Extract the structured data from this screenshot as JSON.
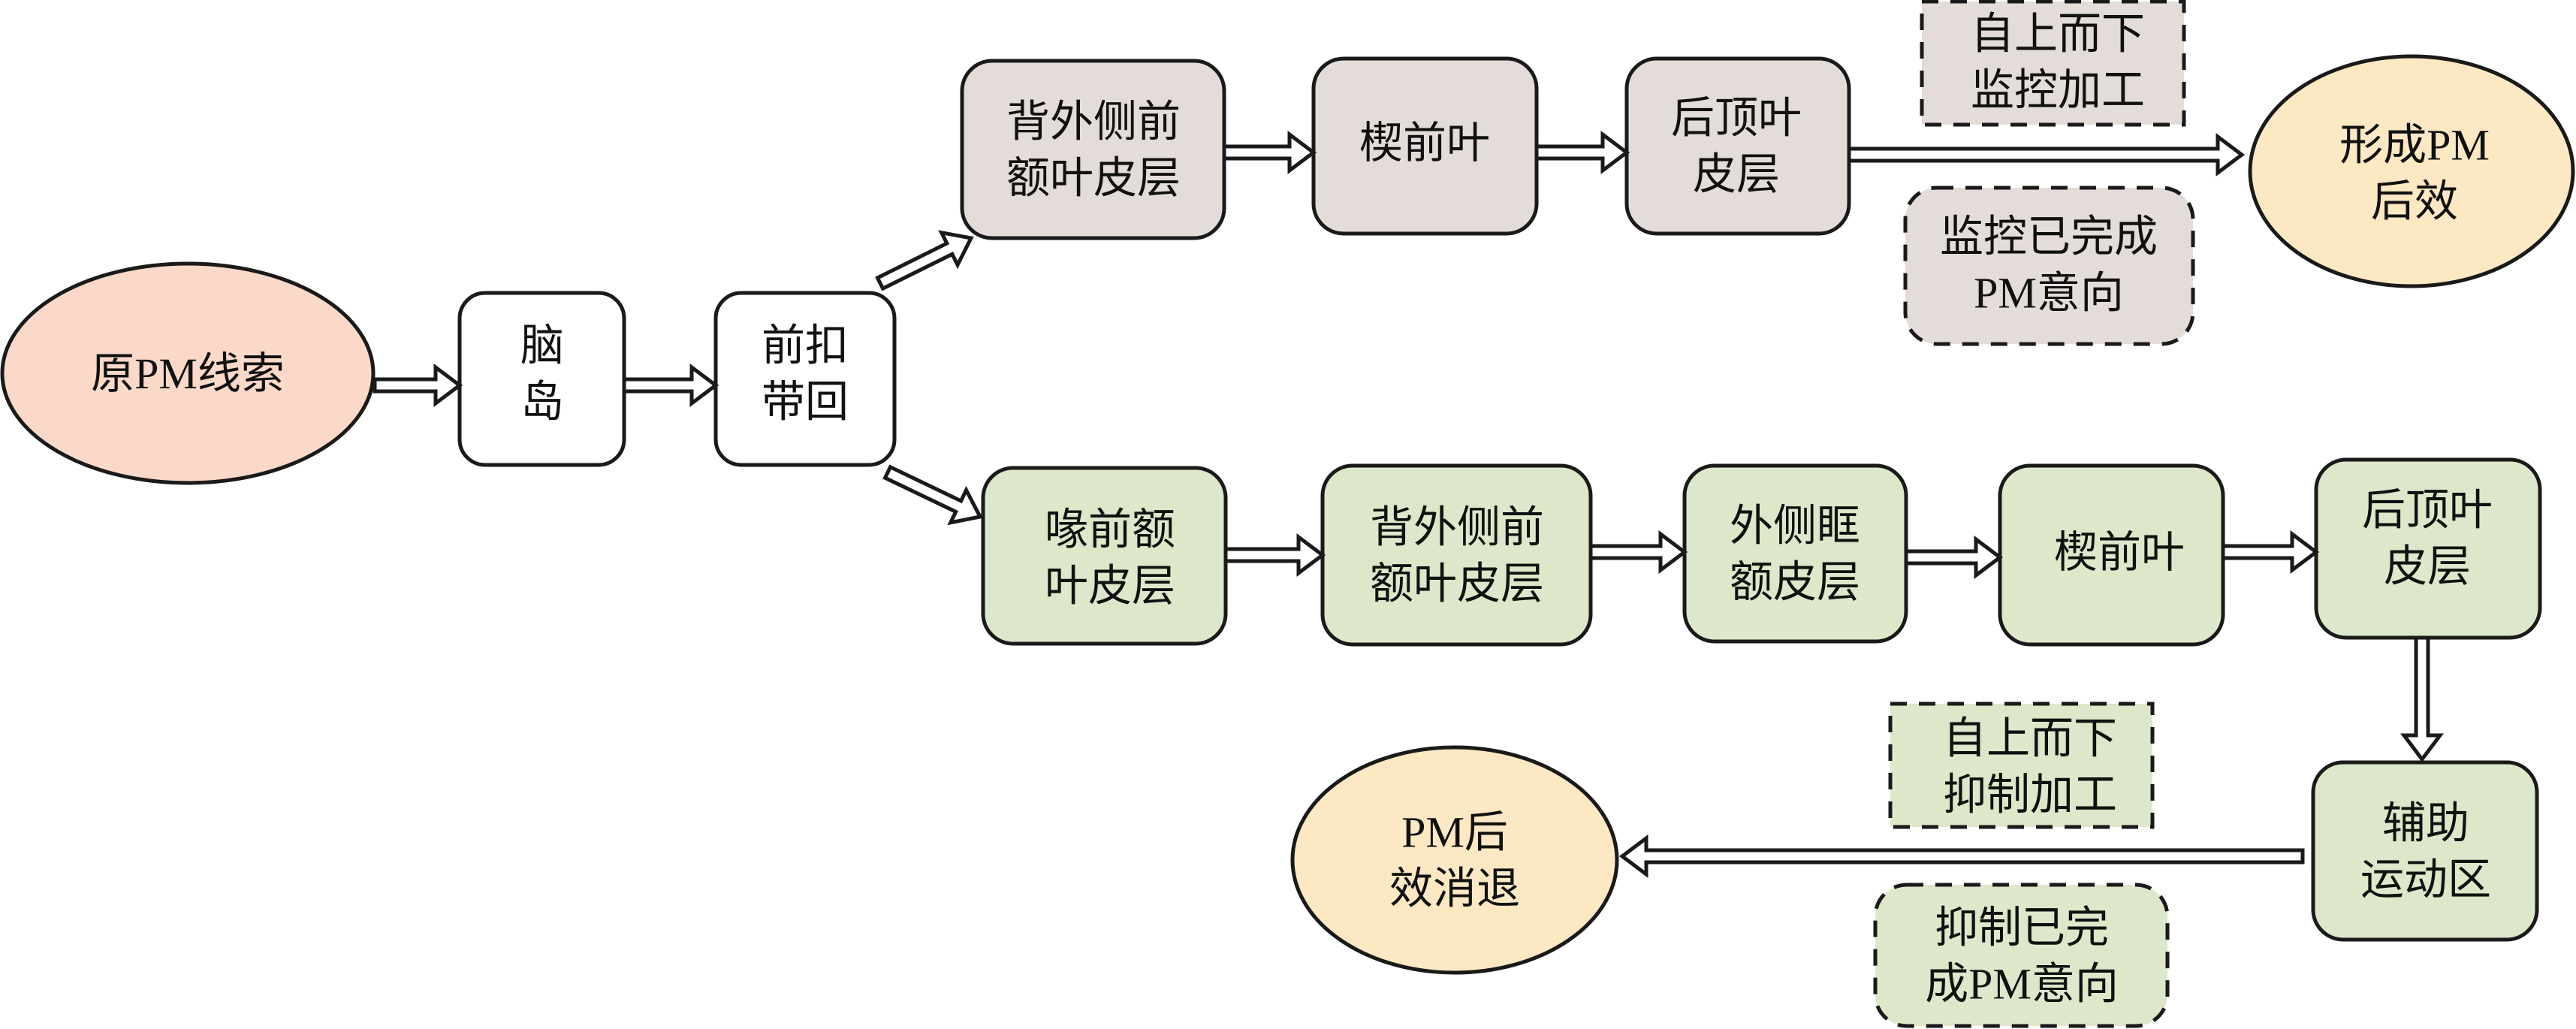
{
  "colors": {
    "cue": "#FAD9C8",
    "neutral": "#FFFFFF",
    "monitor": "#E4DCD9",
    "inhibit": "#DDE8CA",
    "outcome": "#FCE9C3",
    "stroke": "#1A1A1A"
  },
  "nodes": {
    "cue": {
      "lines": [
        "原PM线索"
      ]
    },
    "insula": {
      "lines": [
        "脑",
        "岛"
      ]
    },
    "acc": {
      "lines": [
        "前扣",
        "带回"
      ]
    },
    "top_dlpfc": {
      "lines": [
        "背外侧前",
        "额叶皮层"
      ]
    },
    "top_precuneus": {
      "lines": [
        "楔前叶"
      ]
    },
    "top_ppc": {
      "lines": [
        "后顶叶",
        "皮层"
      ]
    },
    "top_process": {
      "lines": [
        "自上而下",
        "监控加工"
      ]
    },
    "top_state": {
      "lines": [
        "监控已完成",
        "PM意向"
      ]
    },
    "top_outcome": {
      "lines": [
        "形成PM",
        "后效"
      ]
    },
    "bot_rpfc": {
      "lines": [
        "喙前额",
        "叶皮层"
      ]
    },
    "bot_dlpfc": {
      "lines": [
        "背外侧前",
        "额叶皮层"
      ]
    },
    "bot_lofc": {
      "lines": [
        "外侧眶",
        "额皮层"
      ]
    },
    "bot_precuneus": {
      "lines": [
        "楔前叶"
      ]
    },
    "bot_ppc": {
      "lines": [
        "后顶叶",
        "皮层"
      ]
    },
    "bot_sma": {
      "lines": [
        "辅助",
        "运动区"
      ]
    },
    "bot_process": {
      "lines": [
        "自上而下",
        "抑制加工"
      ]
    },
    "bot_state": {
      "lines": [
        "抑制已完",
        "成PM意向"
      ]
    },
    "bot_outcome": {
      "lines": [
        "PM后",
        "效消退"
      ]
    }
  }
}
